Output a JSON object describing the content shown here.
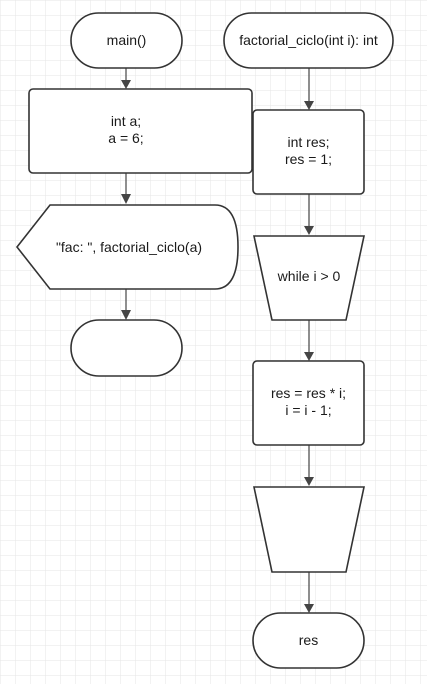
{
  "diagram": {
    "main_start": {
      "label": "main()"
    },
    "main_decl": {
      "lines": [
        "int a;",
        "a = 6;"
      ]
    },
    "main_output": {
      "label": "\"fac: \", factorial_ciclo(a)"
    },
    "main_end": {
      "label": ""
    },
    "func_start": {
      "label": "factorial_ciclo(int i): int"
    },
    "func_decl": {
      "lines": [
        "int res;",
        "res = 1;"
      ]
    },
    "loop_start": {
      "label": "while i > 0"
    },
    "loop_body": {
      "lines": [
        "res = res * i;",
        "i = i - 1;"
      ]
    },
    "loop_end": {
      "label": ""
    },
    "func_return": {
      "label": "res"
    }
  },
  "colors": {
    "grid": "#e6e6e6",
    "stroke": "#333333",
    "fill": "#ffffff",
    "text": "#1a1a1a"
  }
}
